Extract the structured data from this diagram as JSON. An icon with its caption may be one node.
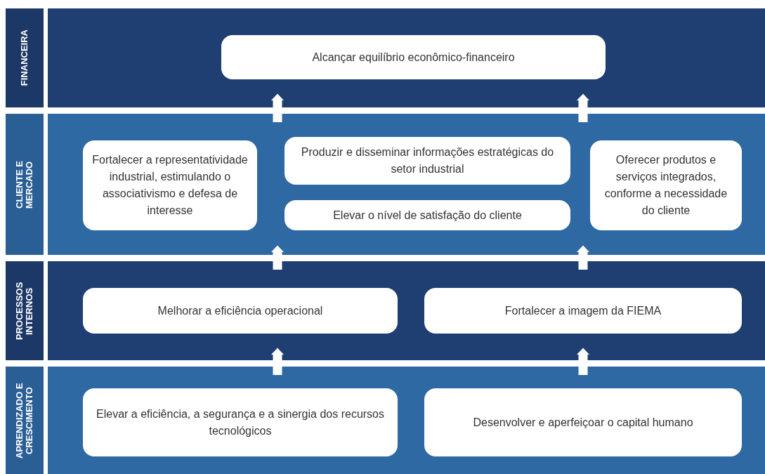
{
  "diagram": {
    "nodes": [
      {
        "text": [
          "FINANCEIRA"
        ]
      },
      {
        "text": [
          "Alcançar equilíbrio econômico-financeiro"
        ],
        "in": 0
      },
      {
        "text": [
          "CLIENTE E MERCADO"
        ]
      },
      {
        "text": [
          "Fortalecer a representatividade industrial, estimulando o associativismo e defesa de interesse"
        ],
        "in": 2
      },
      {
        "text": [
          "Produzir e disseminar informações estratégicas do setor industrial"
        ],
        "in": 2
      },
      {
        "text": [
          "Elevar o nível de satisfação do cliente"
        ],
        "in": 2
      },
      {
        "text": [
          "Oferecer produtos e serviços integrados, conforme a necessidade do cliente"
        ],
        "in": 2
      },
      {
        "text": [
          "PROCESSOS INTERNOS"
        ]
      },
      {
        "text": [
          "Melhorar a eficiência operacional"
        ],
        "in": 7
      },
      {
        "text": [
          "Fortalecer a imagem da FIEMA"
        ],
        "in": 7
      },
      {
        "text": [
          "APRENDIZADO E CRESCIMENTO"
        ]
      },
      {
        "text": [
          "Elevar a eficiência, a segurança e a sinergia dos recursos tecnológicos"
        ],
        "in": 10
      },
      {
        "text": [
          "Desenvolver e aperfeiçoar o capital humano"
        ],
        "in": 10
      }
    ],
    "edges": [
      {
        "from": 10,
        "to": 8,
        "arrow": "to"
      },
      {
        "from": 10,
        "to": 9,
        "arrow": "to"
      },
      {
        "from": 7,
        "to": 2,
        "arrow": "to"
      },
      {
        "from": 7,
        "to": 2,
        "arrow": "to"
      },
      {
        "from": 2,
        "to": 1,
        "arrow": "to"
      },
      {
        "from": 2,
        "to": 1,
        "arrow": "to"
      }
    ]
  }
}
